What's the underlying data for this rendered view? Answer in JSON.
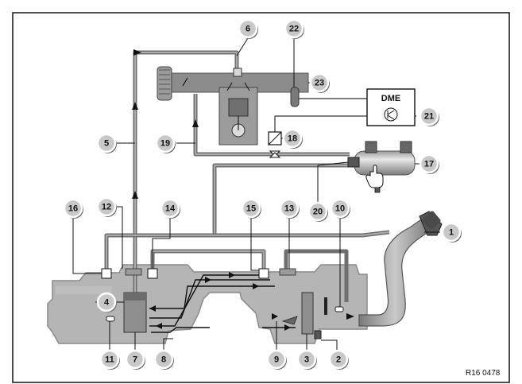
{
  "diagram": {
    "reference_code": "R16 0478",
    "control_unit_label": "DME",
    "callouts": [
      "1",
      "2",
      "3",
      "4",
      "5",
      "6",
      "7",
      "8",
      "9",
      "10",
      "11",
      "12",
      "13",
      "14",
      "15",
      "16",
      "17",
      "18",
      "19",
      "20",
      "21",
      "22",
      "23"
    ]
  },
  "colors": {
    "frame": "#111111",
    "tank_fill": "#b5b5b5",
    "pipe": "#6f6f6f",
    "component": "#8c8c8c",
    "callout": "#c8c8c8"
  }
}
